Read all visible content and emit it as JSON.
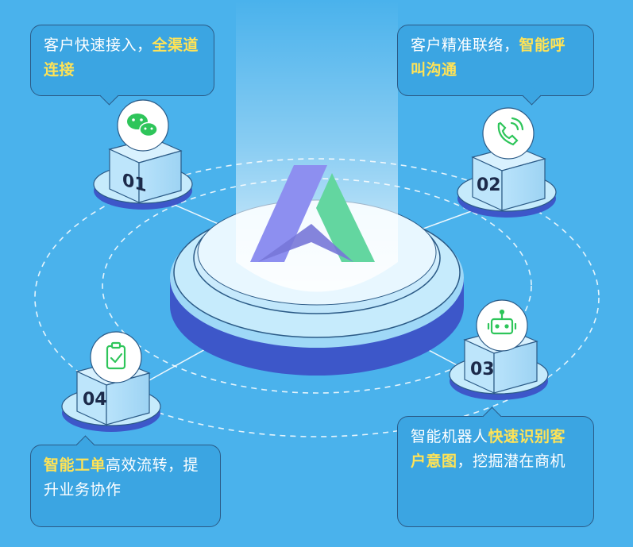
{
  "callouts": {
    "c1": {
      "normal": "客户快速接入，",
      "highlight": "全渠道连接"
    },
    "c2": {
      "normal": "客户精准联络，",
      "highlight": "智能呼叫沟通"
    },
    "c3": {
      "normal_pre": "智能机器人",
      "highlight": "快速识别客户意图",
      "normal_post": "，挖掘潜在商机"
    },
    "c4": {
      "highlight": "智能工单",
      "normal": "高效流转，提升业务协作"
    }
  },
  "nodes": [
    {
      "number": "01",
      "icon": "wechat-icon"
    },
    {
      "number": "02",
      "icon": "phone-call-icon"
    },
    {
      "number": "03",
      "icon": "robot-icon"
    },
    {
      "number": "04",
      "icon": "clipboard-check-icon"
    }
  ],
  "colors": {
    "background": "#4ab2ec",
    "highlight_text": "#ffe356",
    "platform_light": "#cdeefd",
    "platform_dark": "#3d57c9",
    "logo_purple": "#8d8ff0",
    "logo_green": "#63d6a0",
    "icon_green": "#2ec55a"
  }
}
